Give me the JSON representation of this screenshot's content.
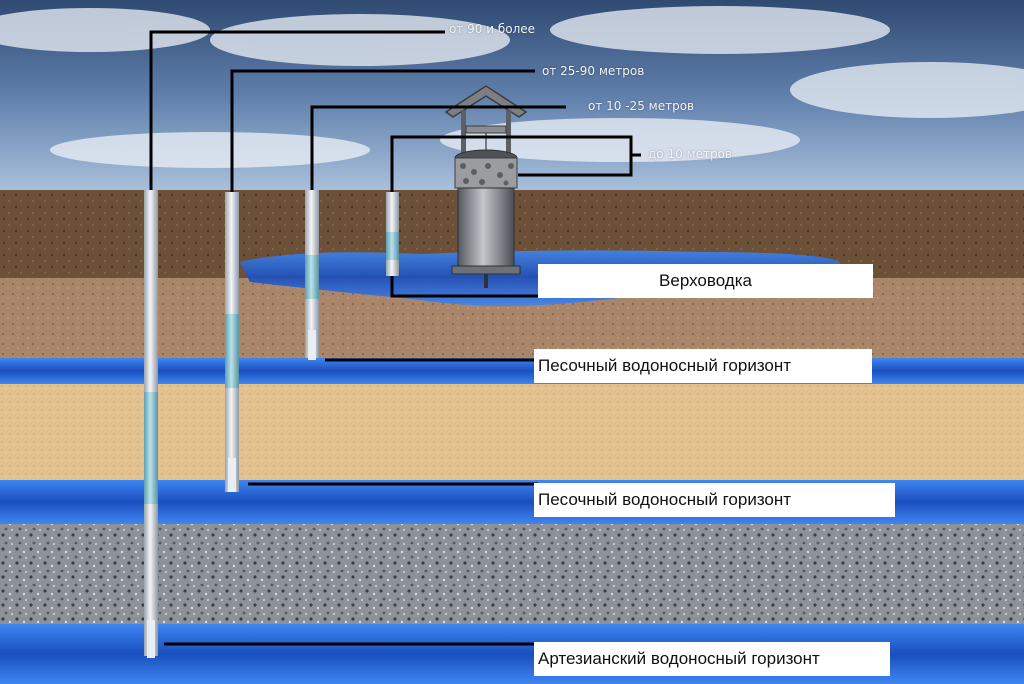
{
  "depth_labels": {
    "deep": "от 90 и более",
    "mid": "от 25-90 метров",
    "shallow": "от 10 -25 метров",
    "well": "до 10 метров"
  },
  "layer_labels": {
    "perched_water": "Верховодка",
    "sand_aquifer_upper": "Песочный водоносный горизонт",
    "sand_aquifer_lower": "Песочный водоносный горизонт",
    "artesian_aquifer": "Артезианский водоносный горизонт"
  },
  "colors": {
    "sky_top": "#2f4a72",
    "sky_bottom": "#9fb7d6",
    "topsoil": "#6b4e33",
    "loam": "#a88562",
    "sand": "#e2c08d",
    "water": "#1f5fd6",
    "granite": "#8a8f96",
    "leader_line": "#000000"
  }
}
